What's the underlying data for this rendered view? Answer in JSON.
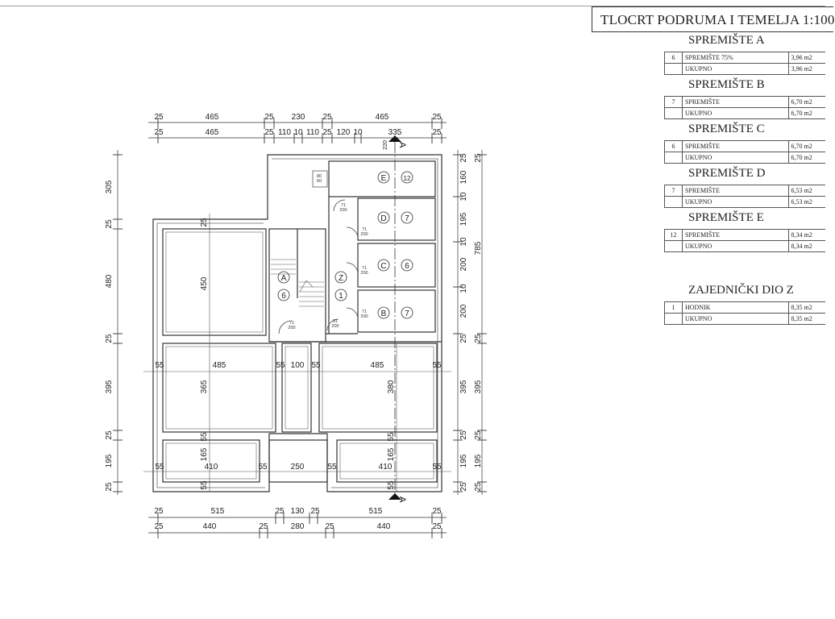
{
  "drawing_title": "TLOCRT PODRUMA I TEMELJA 1:100",
  "sections": [
    {
      "title": "SPREMIŠTE A",
      "rows": [
        {
          "num": "6",
          "name": "SPREMIŠTE 75%",
          "area": "3,96 m2"
        },
        {
          "num": "",
          "name": "UKUPNO",
          "area": "3,96 m2"
        }
      ]
    },
    {
      "title": "SPREMIŠTE B",
      "rows": [
        {
          "num": "7",
          "name": "SPREMIŠTE",
          "area": "6,70 m2"
        },
        {
          "num": "",
          "name": "UKUPNO",
          "area": "6,70 m2"
        }
      ]
    },
    {
      "title": "SPREMIŠTE C",
      "rows": [
        {
          "num": "6",
          "name": "SPREMIŠTE",
          "area": "6,70 m2"
        },
        {
          "num": "",
          "name": "UKUPNO",
          "area": "6,70 m2"
        }
      ]
    },
    {
      "title": "SPREMIŠTE D",
      "rows": [
        {
          "num": "7",
          "name": "SPREMIŠTE",
          "area": "6,53 m2"
        },
        {
          "num": "",
          "name": "UKUPNO",
          "area": "6,53 m2"
        }
      ]
    },
    {
      "title": "SPREMIŠTE E",
      "rows": [
        {
          "num": "12",
          "name": "SPREMIŠTE",
          "area": "8,34 m2"
        },
        {
          "num": "",
          "name": "UKUPNO",
          "area": "8,34 m2"
        }
      ]
    },
    {
      "title": "ZAJEDNIČKI DIO Z",
      "rows": [
        {
          "num": "1",
          "name": "HODNIK",
          "area": "8,35 m2"
        },
        {
          "num": "",
          "name": "UKUPNO",
          "area": "8,35 m2"
        }
      ]
    }
  ],
  "plan": {
    "section_mark": "A",
    "section_mark_bottom": "A",
    "room_letters": {
      "a": "A",
      "b": "B",
      "c": "C",
      "d": "D",
      "e": "E",
      "z": "Z"
    },
    "room_numbers": {
      "a": "6",
      "b": "7",
      "c": "6",
      "d": "7",
      "e": "12",
      "z": "1"
    },
    "dims_top_row1": [
      "25",
      "465",
      "25",
      "230",
      "25",
      "465",
      "25"
    ],
    "dims_top_row2": [
      "25",
      "465",
      "25",
      "110",
      "10",
      "110",
      "25",
      "120",
      "10",
      "335",
      "25"
    ],
    "dims_bottom_row1": [
      "25",
      "515",
      "25",
      "130",
      "25",
      "515",
      "25"
    ],
    "dims_bottom_row2": [
      "25",
      "440",
      "25",
      "280",
      "25",
      "440",
      "25"
    ],
    "dims_left": [
      "305",
      "25",
      "480",
      "25",
      "395",
      "25",
      "195",
      "25"
    ],
    "dims_right_inner": [
      "25",
      "160",
      "10",
      "195",
      "10",
      "200",
      "10",
      "200",
      "25",
      "395",
      "25",
      "195",
      "25"
    ],
    "dims_right_outer": [
      "25",
      "785",
      "25",
      "395",
      "25",
      "195",
      "25"
    ],
    "dims_inner": {
      "v450": "450",
      "v365": "365",
      "v165a": "165",
      "v165b": "165",
      "v380": "380",
      "v220": "220",
      "h485a": "485",
      "h485b": "485",
      "h100": "100",
      "h410a": "410",
      "h410b": "410",
      "h250": "250",
      "t55": "55",
      "t25": "25"
    },
    "openings": {
      "o1": [
        "71",
        "200"
      ],
      "o2": [
        "71",
        "200"
      ],
      "o3": [
        "71",
        "200"
      ],
      "o4": [
        "71",
        "200"
      ],
      "o5": [
        "71",
        "200"
      ],
      "o6": [
        "91",
        "200"
      ],
      "o7": [
        "80",
        "60"
      ]
    }
  }
}
